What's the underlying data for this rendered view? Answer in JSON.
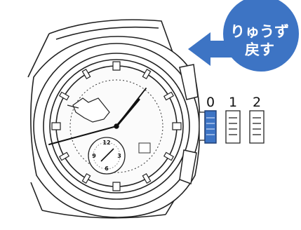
{
  "callout": {
    "line1": "りゅうず",
    "line2": "戻す",
    "fill_color": "#3d74c4",
    "arrow_color": "#3d74c4"
  },
  "crown_positions": {
    "labels": [
      "0",
      "1",
      "2"
    ]
  },
  "subdial": {
    "numerals": [
      "12",
      "3",
      "6",
      "9"
    ]
  },
  "icons": {
    "hand": "pointing-hand-icon",
    "arrow": "left-arrow-icon"
  }
}
